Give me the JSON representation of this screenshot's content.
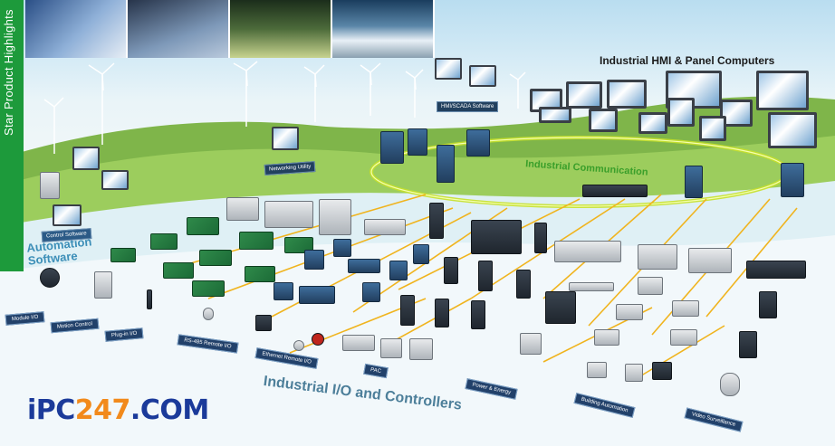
{
  "side_title": "Star Product Highlights",
  "headings": {
    "hmi": "Industrial HMI & Panel Computers",
    "communication": "Industrial Communication",
    "io": "Industrial I/O and Controllers",
    "automation_line1": "Automation",
    "automation_line2": "Software"
  },
  "tags": {
    "scada": "HMI/SCADA Software",
    "networking": "Networking Utility",
    "control_software": "Control Software"
  },
  "categories": [
    "Module I/O",
    "Motion Control",
    "Plug-in I/O",
    "RS-485 Remote I/O",
    "Ethernet Remote I/O",
    "PAC",
    "Power & Energy",
    "Building Automation",
    "Video Surveillance"
  ],
  "logo": {
    "part1": "iPC",
    "part2": "247",
    "part3": ".COM"
  },
  "colors": {
    "side_band": "#1d9a3b",
    "tab_bg": "#22416a",
    "comm_ring": "#c7e02a",
    "io_wire": "#f0b41e",
    "logo_blue": "#1b3a9a",
    "logo_orange": "#f28a1b"
  }
}
